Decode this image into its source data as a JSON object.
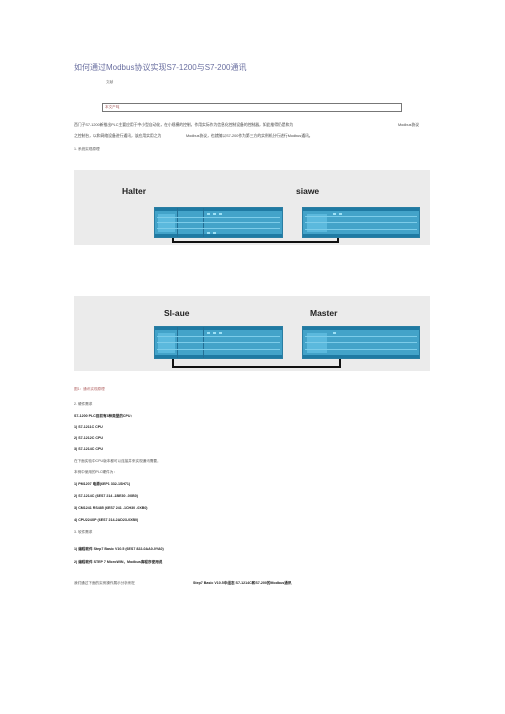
{
  "title": "如何通过Modbus协议实现S7-1200与S7-200通讯",
  "abstract_label": "文献",
  "keyword_box": "本文产吨",
  "intro_line1_a": "西门子S7-1200新推出PLC主要应用于中小型自动化，在小规模的控制，作用实际作为信息化控制设备的控制器，如此推得仍是和为",
  "intro_line1_b": "Modbus协议",
  "intro_line2_a": "之控制台，以和网络设备进行通讯，该应用实用之为",
  "intro_line2_b": "Modbus协议，也就随以S7-200作为第三方的实例机分行进行Modbus通讯。",
  "section1": "1.  系统实现原理",
  "diagram1": {
    "left_label": "Halter",
    "right_label": "siawe"
  },
  "diagram2": {
    "left_label": "Sl-aue",
    "right_label": "Master"
  },
  "figure_caption": "图1：通讯实现原理",
  "section2": "2.  硬件需求",
  "hw_intro": "S7-1200 PLC目前有3种类型的CPU：",
  "cpus": [
    "1)   S7-1211C CPU",
    "2)   S7-1212C CPU",
    "3)   S7-1214C CPU"
  ],
  "cpu_note": "在下面实验中CPU版本都可以连接并来实现通讯需要，",
  "plc_intro": "本例中使用的PLC硬件为：",
  "hw_items": [
    "1)   PM1207 电源(6EP1 332-1SH71)",
    "2)   S7-1214C (6ES7 214 -1BE30 -0XB0)",
    "3)   CM1241 RS485 (6ES7 241 -1CH30 -0XB0)",
    "4)   CPU224XP (6ES7 214-2AD23-0XB0)"
  ],
  "section3": "3.  软件需求",
  "sw_items": [
    "1)   编程软件 Step7 Basic V10.5 (6ES7 822-0AA0-0YA0)",
    "2)   编程软件 STEP 7 MicroWIN，Modbus库程序使用说"
  ],
  "footer_a": "我们通过下面的实例操作展示分析例在",
  "footer_b": "Step7 Basic V10.5中组态 S7-1214C和S7-200的Modbus通讯"
}
